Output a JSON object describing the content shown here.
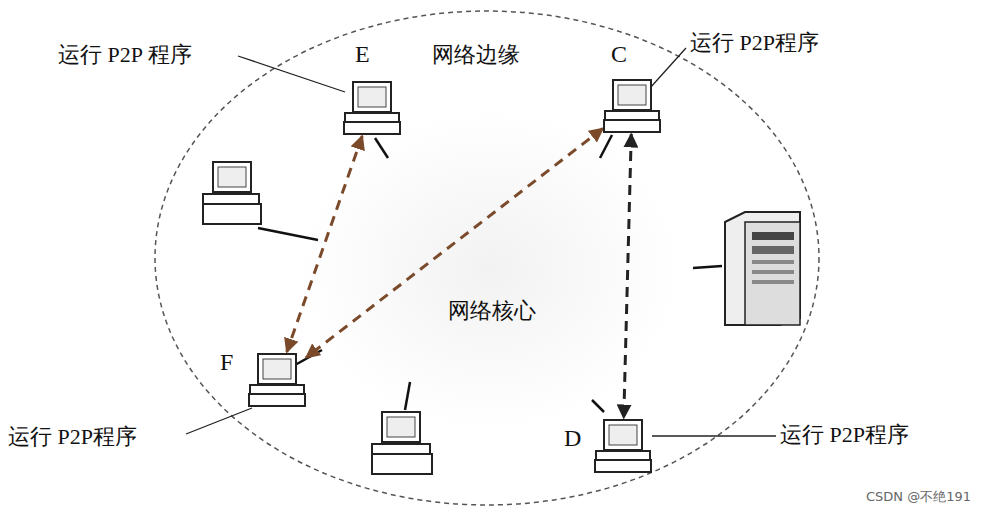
{
  "diagram": {
    "nodes": [
      {
        "text": [
          "E"
        ]
      },
      {
        "text": [
          "C"
        ]
      },
      {
        "text": [
          "F"
        ]
      },
      {
        "text": [
          "D"
        ]
      }
    ],
    "edges": [
      {
        "from": 0,
        "to": 2,
        "arrow": "both"
      },
      {
        "from": 1,
        "to": 2,
        "arrow": "both"
      },
      {
        "from": 1,
        "to": 3,
        "arrow": "both"
      }
    ],
    "labels": [
      "运行 P2P 程序",
      "网络边缘",
      "运行 P2P程序",
      "网络核心",
      "运行 P2P程序",
      "运行 P2P程序",
      "CSDN @不绝191"
    ]
  }
}
